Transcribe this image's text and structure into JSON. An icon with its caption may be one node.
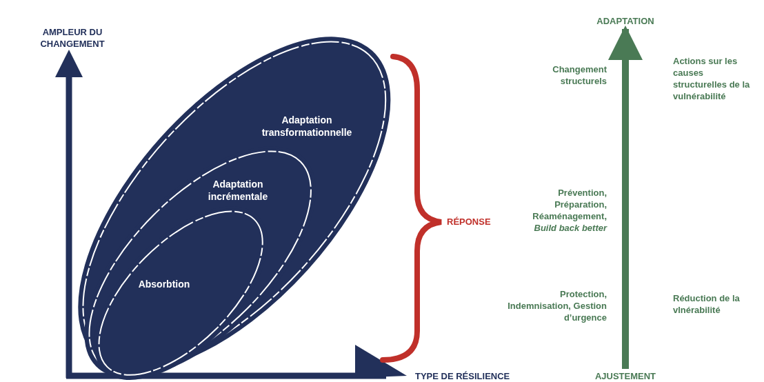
{
  "diagram": {
    "nodes": [
      {
        "text": [
          "Adaptation transformationnelle"
        ]
      },
      {
        "text": [
          "Adaptation incrémentale"
        ],
        "in": 0
      },
      {
        "text": [
          "Absorbtion"
        ],
        "in": 1
      },
      {
        "text": [
          "ADAPTATION"
        ]
      },
      {
        "text": [
          "AJUSTEMENT"
        ]
      }
    ],
    "edges": [
      {
        "from": 4,
        "to": 3,
        "arrow": "to"
      }
    ],
    "labels": [
      "AMPLEUR DU CHANGEMENT",
      "RÉPONSE",
      "Changement structurels",
      "Actions sur les causes structurelles de la vulnérabilité",
      "Prévention, Préparation, Réaménagement, *Build back better*",
      "Protection, Indemnisation, Gestion d’urgence",
      "Réduction de la vlnérabilité",
      "TYPE DE RÉSILIENCE"
    ]
  }
}
